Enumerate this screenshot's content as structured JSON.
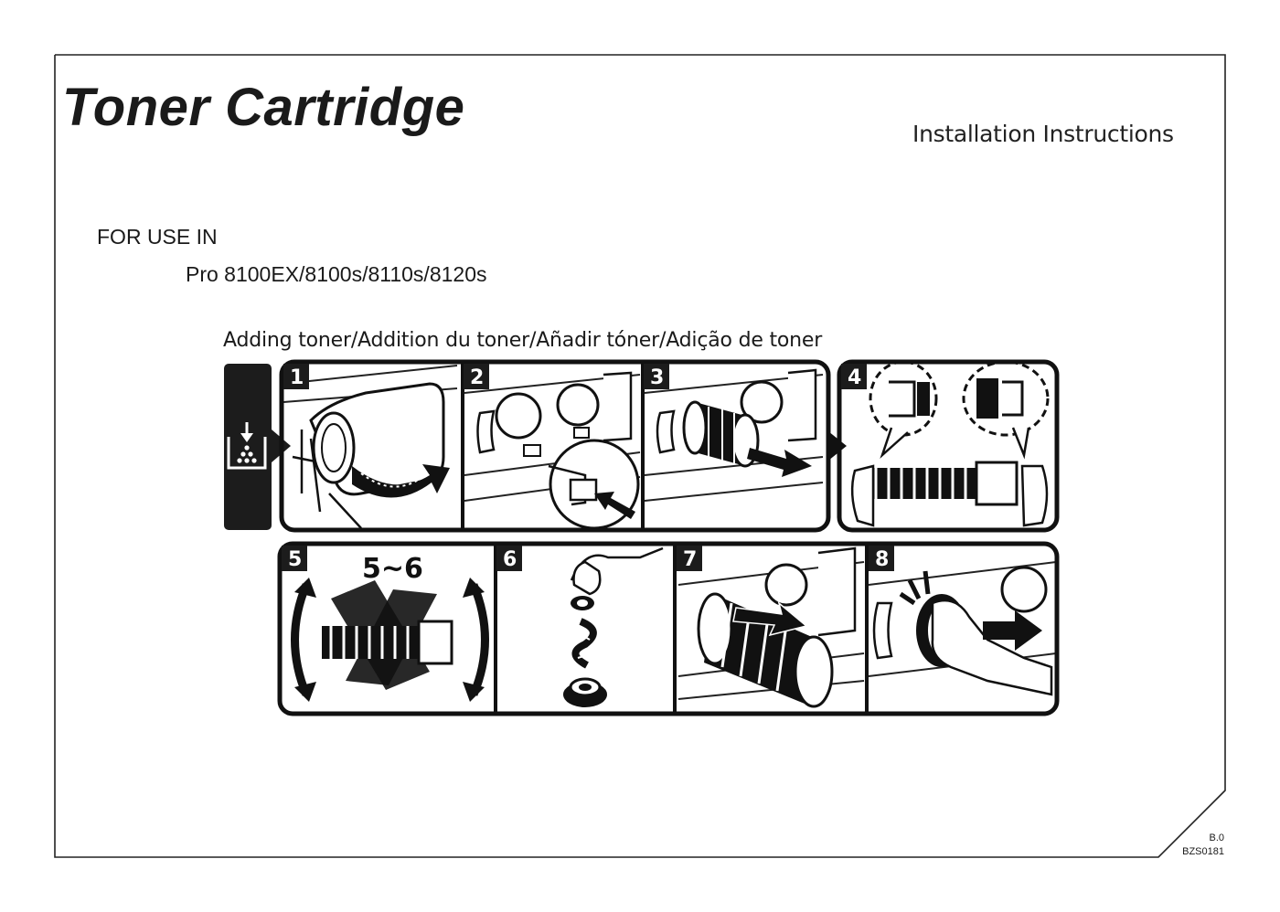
{
  "document": {
    "title": "Toner Cartridge",
    "subtitle": "Installation Instructions",
    "for_use_label": "FOR USE IN",
    "models": "Pro 8100EX/8100s/8110s/8120s",
    "instructions_heading": "Adding toner/Addition du toner/Añadir tóner/Adição de toner",
    "revision": "B.0",
    "part_code": "BZS0181"
  },
  "steps": [
    {
      "number": "1"
    },
    {
      "number": "2"
    },
    {
      "number": "3"
    },
    {
      "number": "4"
    },
    {
      "number": "5",
      "shake_count": "5~6"
    },
    {
      "number": "6"
    },
    {
      "number": "7"
    },
    {
      "number": "8"
    }
  ],
  "icons": {
    "section": "add-toner-icon"
  }
}
